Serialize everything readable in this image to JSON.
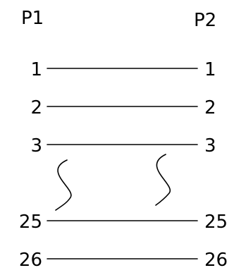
{
  "headers": {
    "left": "P1",
    "right": "P2"
  },
  "connections": [
    {
      "left": "1",
      "right": "1"
    },
    {
      "left": "2",
      "right": "2"
    },
    {
      "left": "3",
      "right": "3"
    },
    {
      "left": "25",
      "right": "25"
    },
    {
      "left": "26",
      "right": "26"
    }
  ]
}
